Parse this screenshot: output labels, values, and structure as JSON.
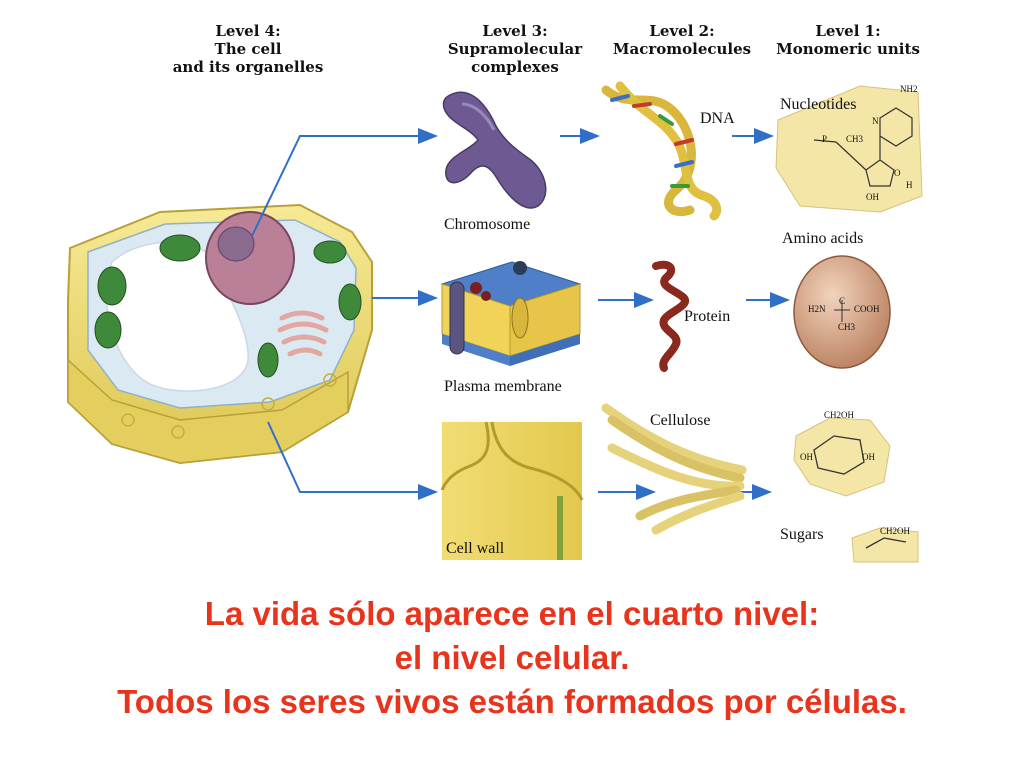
{
  "headers": [
    {
      "lines": [
        "Level 4:",
        "The cell",
        "and its organelles"
      ]
    },
    {
      "lines": [
        "Level 3:",
        "Supramolecular",
        "complexes"
      ]
    },
    {
      "lines": [
        "Level 2:",
        "Macromolecules"
      ]
    },
    {
      "lines": [
        "Level 1:",
        "Monomeric units"
      ]
    }
  ],
  "level3": {
    "chromosome": "Chromosome",
    "plasma_membrane": "Plasma membrane",
    "cell_wall": "Cell wall"
  },
  "level2": {
    "dna": "DNA",
    "protein": "Protein",
    "cellulose": "Cellulose"
  },
  "level1": {
    "nucleotides": "Nucleotides",
    "amino_acids": "Amino acids",
    "sugars": "Sugars"
  },
  "chem": {
    "nh2": "NH2",
    "ch3": "CH3",
    "h2n": "H2N",
    "cooh": "COOH",
    "ch2oh": "CH2OH",
    "oh": "OH",
    "h": "H",
    "c": "C",
    "o": "O",
    "p": "P",
    "n": "N"
  },
  "caption": [
    "La vida sólo aparece en el cuarto nivel:",
    "el nivel celular.",
    "Todos los seres vivos están formados por células."
  ],
  "colors": {
    "arrow": "#2f6fc7",
    "caption": "#e8331d",
    "cell_wall": "#f2e27a",
    "chromosome": "#6e5a92",
    "protein": "#8a2a1e",
    "amino": "#d9a98a",
    "parchment": "#f4e6a6"
  }
}
